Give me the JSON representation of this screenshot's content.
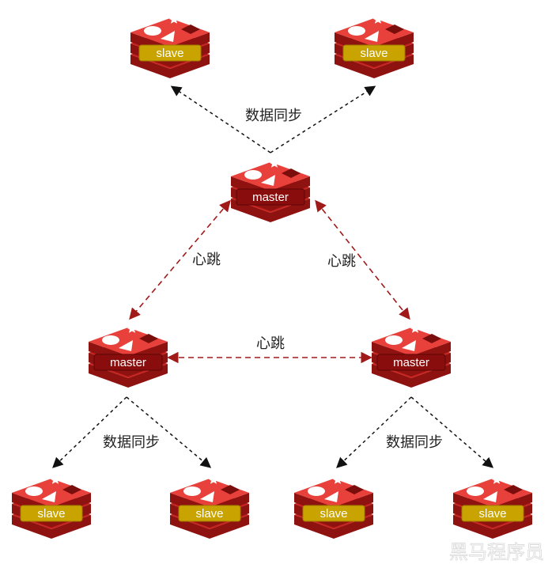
{
  "nodes": [
    {
      "id": "s1",
      "role": "slave",
      "label": "slave"
    },
    {
      "id": "s2",
      "role": "slave",
      "label": "slave"
    },
    {
      "id": "m_top",
      "role": "master",
      "label": "master"
    },
    {
      "id": "m_left",
      "role": "master",
      "label": "master"
    },
    {
      "id": "m_right",
      "role": "master",
      "label": "master"
    },
    {
      "id": "s3",
      "role": "slave",
      "label": "slave"
    },
    {
      "id": "s4",
      "role": "slave",
      "label": "slave"
    },
    {
      "id": "s5",
      "role": "slave",
      "label": "slave"
    },
    {
      "id": "s6",
      "role": "slave",
      "label": "slave"
    }
  ],
  "edges": [
    {
      "id": "e1",
      "from": "m_top",
      "to": "s1",
      "type": "sync",
      "label": "数据同步"
    },
    {
      "id": "e2",
      "from": "m_top",
      "to": "s2",
      "type": "sync",
      "label": ""
    },
    {
      "id": "e3",
      "from": "m_top",
      "to": "m_left",
      "type": "heartbeat",
      "label": "心跳"
    },
    {
      "id": "e4",
      "from": "m_top",
      "to": "m_right",
      "type": "heartbeat",
      "label": "心跳"
    },
    {
      "id": "e5",
      "from": "m_left",
      "to": "m_right",
      "type": "heartbeat",
      "label": "心跳"
    },
    {
      "id": "e6",
      "from": "m_left",
      "to": "s3",
      "type": "sync",
      "label": "数据同步"
    },
    {
      "id": "e7",
      "from": "m_left",
      "to": "s4",
      "type": "sync",
      "label": ""
    },
    {
      "id": "e8",
      "from": "m_right",
      "to": "s5",
      "type": "sync",
      "label": "数据同步"
    },
    {
      "id": "e9",
      "from": "m_right",
      "to": "s6",
      "type": "sync",
      "label": ""
    }
  ],
  "colors": {
    "sync_line": "#111111",
    "heartbeat_line": "#a01a1a",
    "cube_top": "#e8403a",
    "cube_front": "#c8221e",
    "cube_dark": "#8e1210",
    "slave_badge": "#c9a300",
    "slave_badge_text": "#ffffff",
    "master_badge": "#8a0d0d",
    "master_badge_text": "#ffffff"
  },
  "watermark": {
    "text": "黑马程序员"
  }
}
